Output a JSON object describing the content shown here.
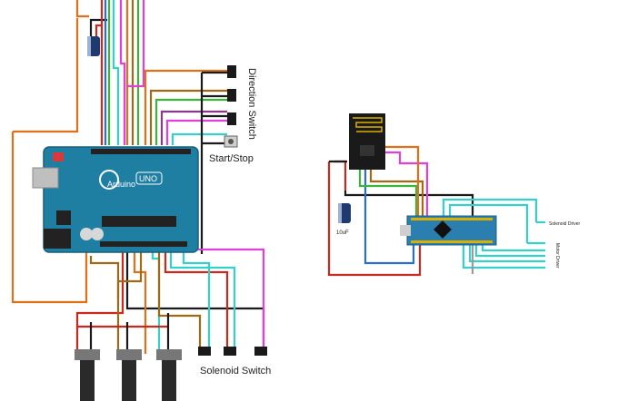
{
  "labels": {
    "direction_switch": "Direction Switch",
    "start_stop": "Start/Stop",
    "solenoid_switch": "Solenoid Switch",
    "capacitor": "10uF",
    "solenoid_driver": "Solenoid Driver",
    "motor_driver": "Motor Driver"
  },
  "boards": {
    "uno_brand": "Arduino",
    "uno_model": "UNO"
  },
  "wire_colors": {
    "red": "#c8281e",
    "black": "#1a1a1a",
    "orange": "#e0701a",
    "brown": "#a06a14",
    "green": "#3cb43c",
    "blue": "#2a6fd0",
    "cyan": "#35d0c8",
    "magenta": "#e040d8",
    "purple": "#8a3a8a",
    "yellow": "#d9b000",
    "grey": "#9a9a9a"
  },
  "component_colors": {
    "uno_board": "#1f7fa3",
    "nano_board": "#2a7fb0",
    "capacitor": "#1e3a6e",
    "radio_module": "#1a1a1a"
  }
}
